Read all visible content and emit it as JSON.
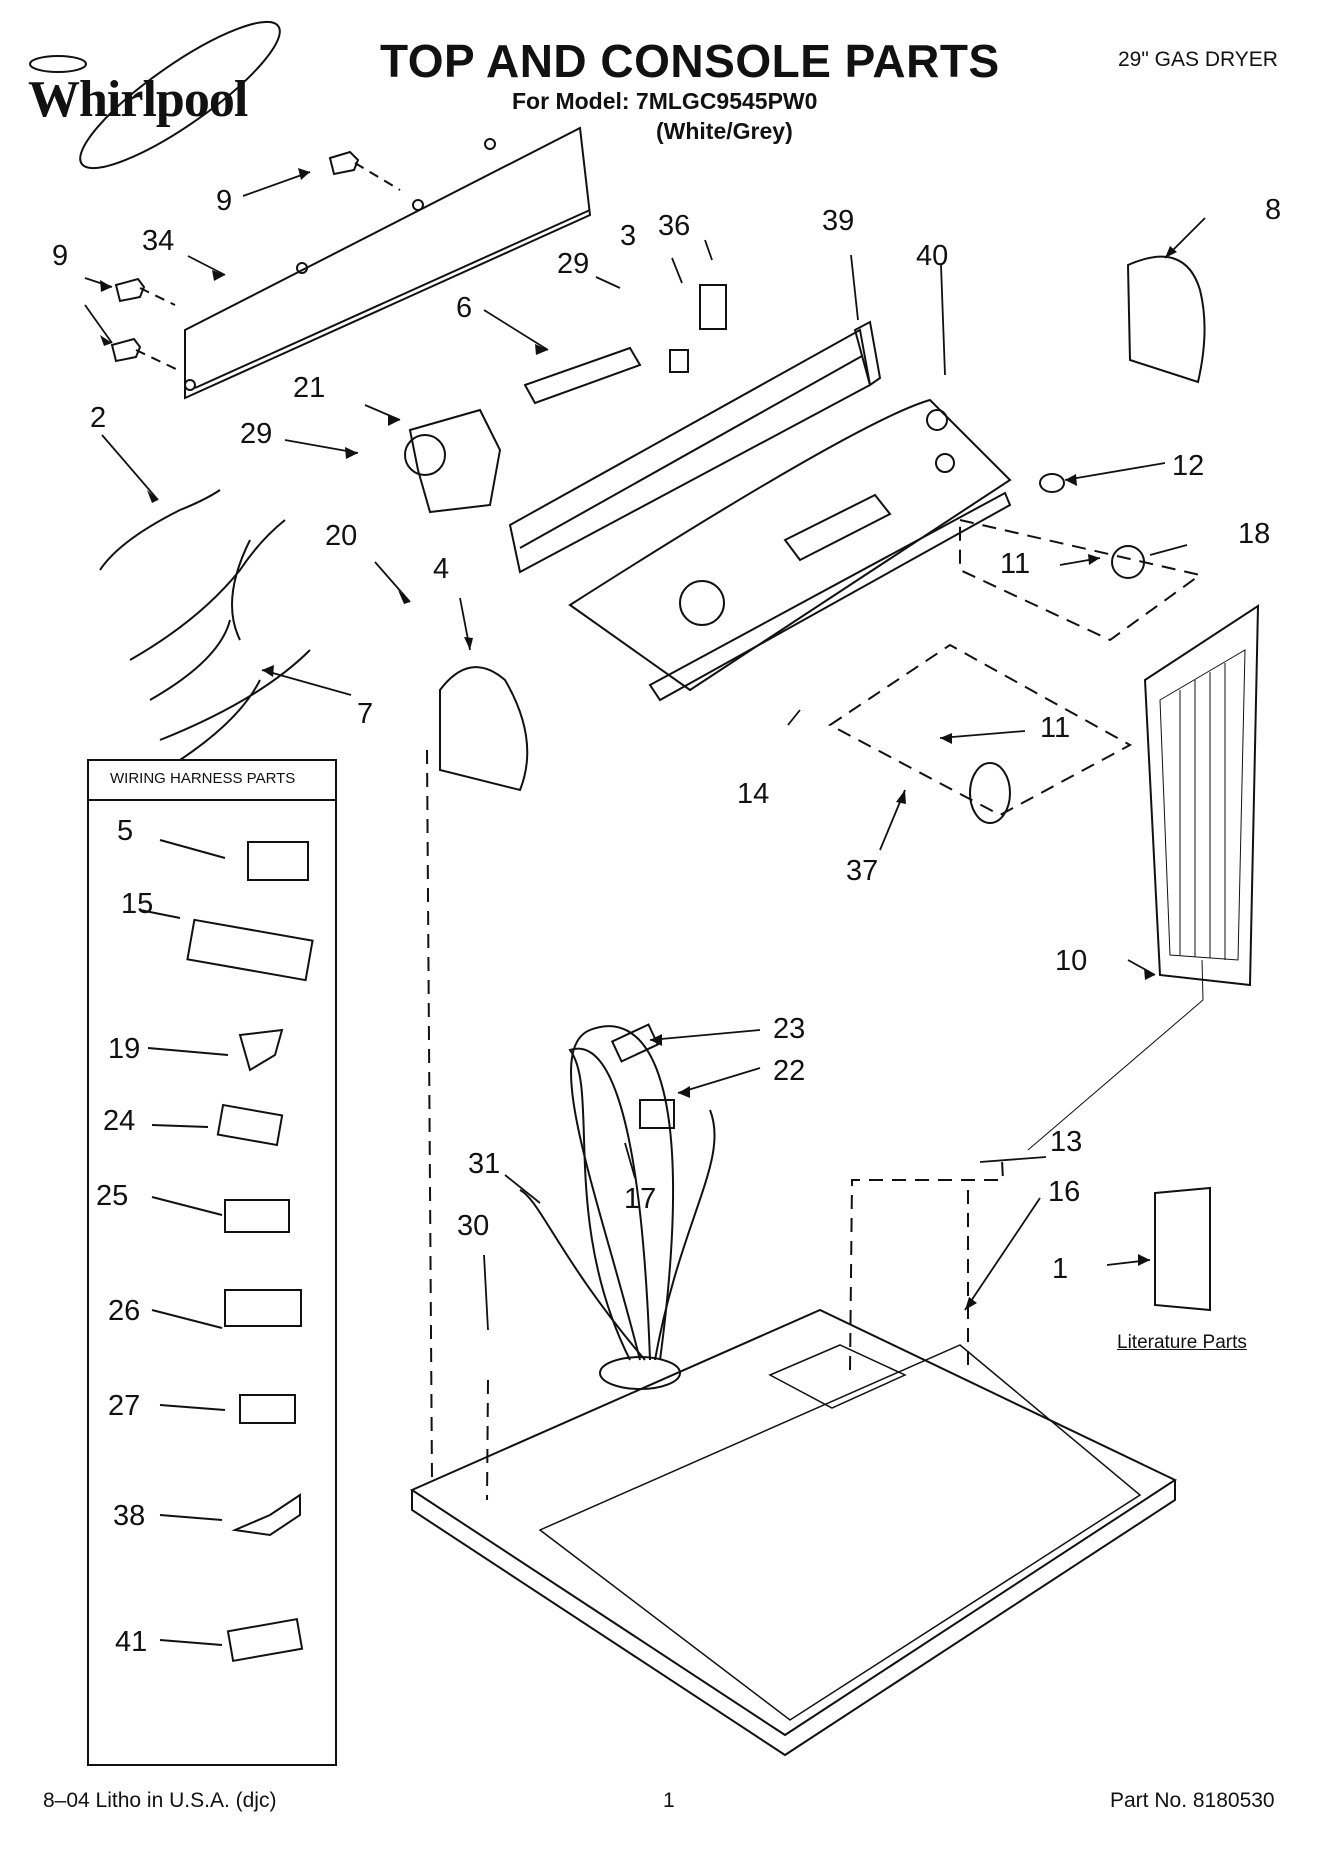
{
  "header": {
    "brand": "Whirlpool",
    "title": "TOP AND CONSOLE PARTS",
    "model_line": "For Model: 7MLGC9545PW0",
    "color_line": "(White/Grey)",
    "dryer_type": "29\" GAS DRYER"
  },
  "wiring_harness": {
    "title": "WIRING HARNESS PARTS",
    "items": [
      "5",
      "15",
      "19",
      "24",
      "25",
      "26",
      "27",
      "38",
      "41"
    ]
  },
  "literature": {
    "label": "Literature Parts",
    "item": "1"
  },
  "callouts": [
    "9",
    "34",
    "9",
    "29",
    "3",
    "36",
    "39",
    "40",
    "8",
    "6",
    "21",
    "29",
    "2",
    "12",
    "18",
    "11",
    "20",
    "4",
    "7",
    "11",
    "14",
    "37",
    "10",
    "23",
    "22",
    "31",
    "17",
    "13",
    "16",
    "30"
  ],
  "footer": {
    "litho": "8–04 Litho in U.S.A. (djc)",
    "page": "1",
    "part_no": "Part No. 8180530"
  }
}
